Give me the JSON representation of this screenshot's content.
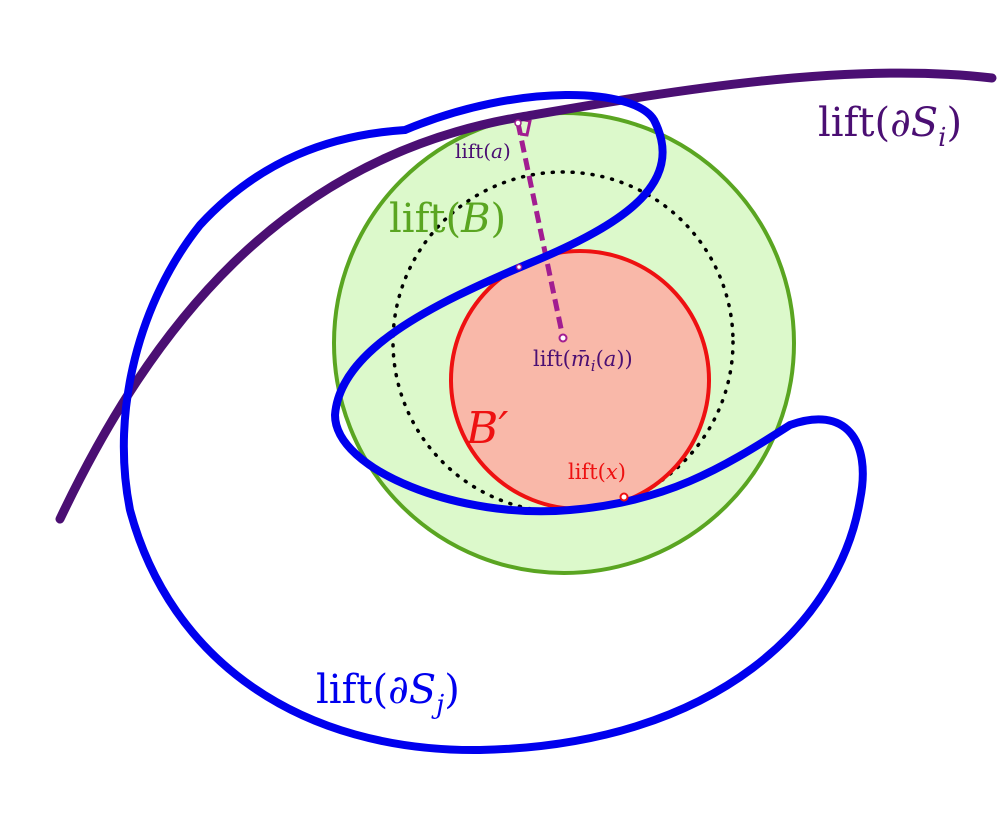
{
  "labels": {
    "boundary_si": {
      "prefix": "lift(∂",
      "var": "S",
      "sub": "i",
      "suffix": ")"
    },
    "boundary_sj": {
      "prefix": "lift(∂",
      "var": "S",
      "sub": "j",
      "suffix": ")"
    },
    "ball_b": {
      "prefix": "lift(",
      "var": "B",
      "suffix": ")"
    },
    "ball_b_prime": {
      "var": "B′"
    },
    "point_a": {
      "prefix": "lift(",
      "var": "a",
      "suffix": ")"
    },
    "point_m": {
      "prefix": "lift(",
      "var": "m̄",
      "sub": "i",
      "mid": "(",
      "var2": "a",
      "suffix": "))"
    },
    "point_x": {
      "prefix": "lift(",
      "var": "x",
      "suffix": ")"
    }
  },
  "colors": {
    "boundary_si": "#4b0f73",
    "boundary_sj": "#0000ee",
    "ball_b_stroke": "#5aa521",
    "ball_b_fill": "#dcf9cb",
    "ball_b_prime_stroke": "#ee1111",
    "ball_b_prime_fill": "#f9b8a9",
    "dotted_circle": "#000000",
    "geodesic": "#a21d91"
  }
}
